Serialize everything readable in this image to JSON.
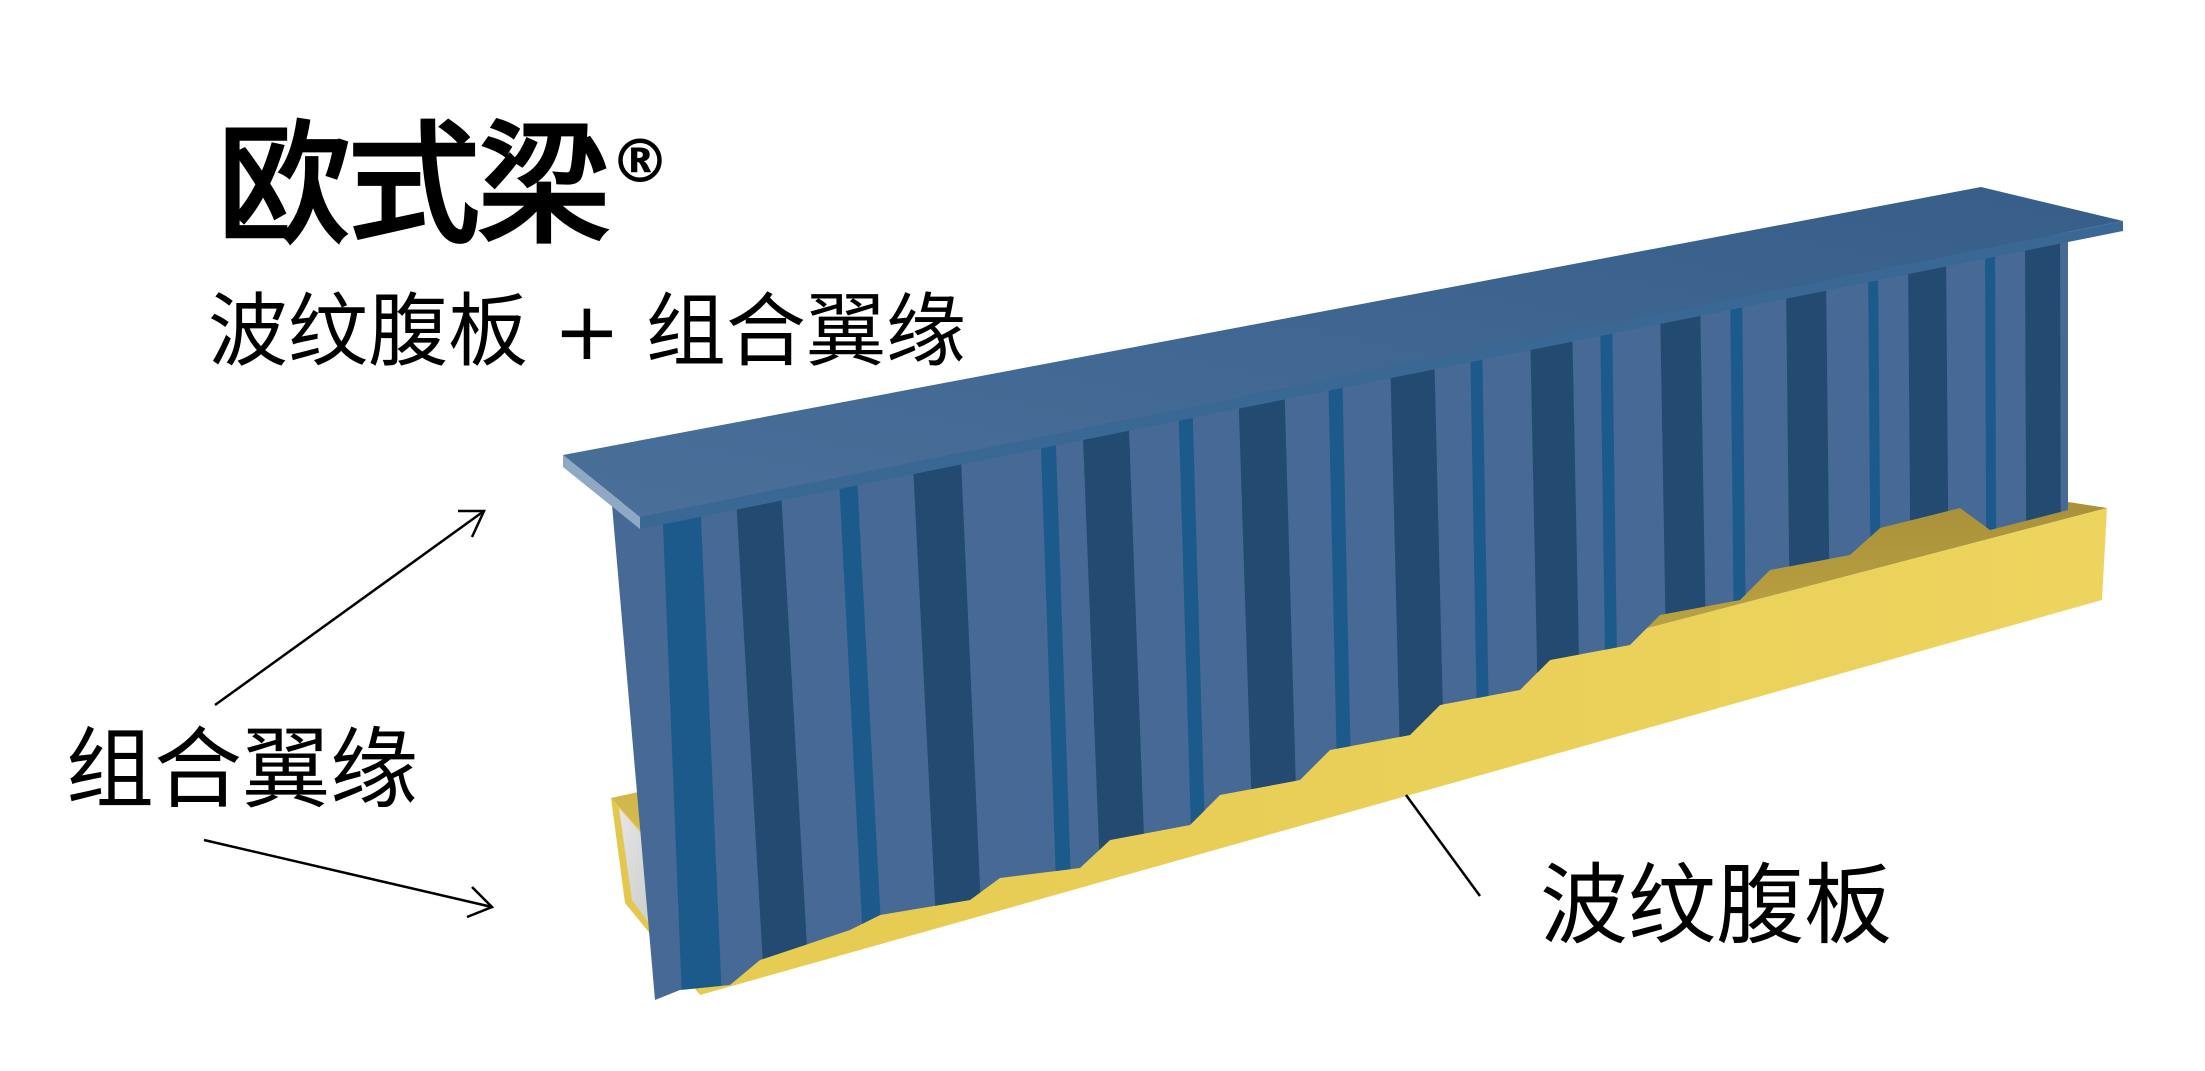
{
  "title": {
    "text": "欧式梁",
    "registered_mark": "®"
  },
  "subtitle": "波纹腹板 + 组合翼缘",
  "labels": {
    "composite_flange": "组合翼缘",
    "corrugated_web": "波纹腹板"
  },
  "colors": {
    "flange_top": "#3d6691",
    "flange_edge": "#4f77a0",
    "web_light": "#466a95",
    "web_dark": "#234a70",
    "web_accent": "#1d5a8c",
    "bottom_flange_yellow": "#e9cf57",
    "bottom_flange_top": "#c9ab3e",
    "concrete_core": "#d9d9d9",
    "text": "#000000"
  }
}
